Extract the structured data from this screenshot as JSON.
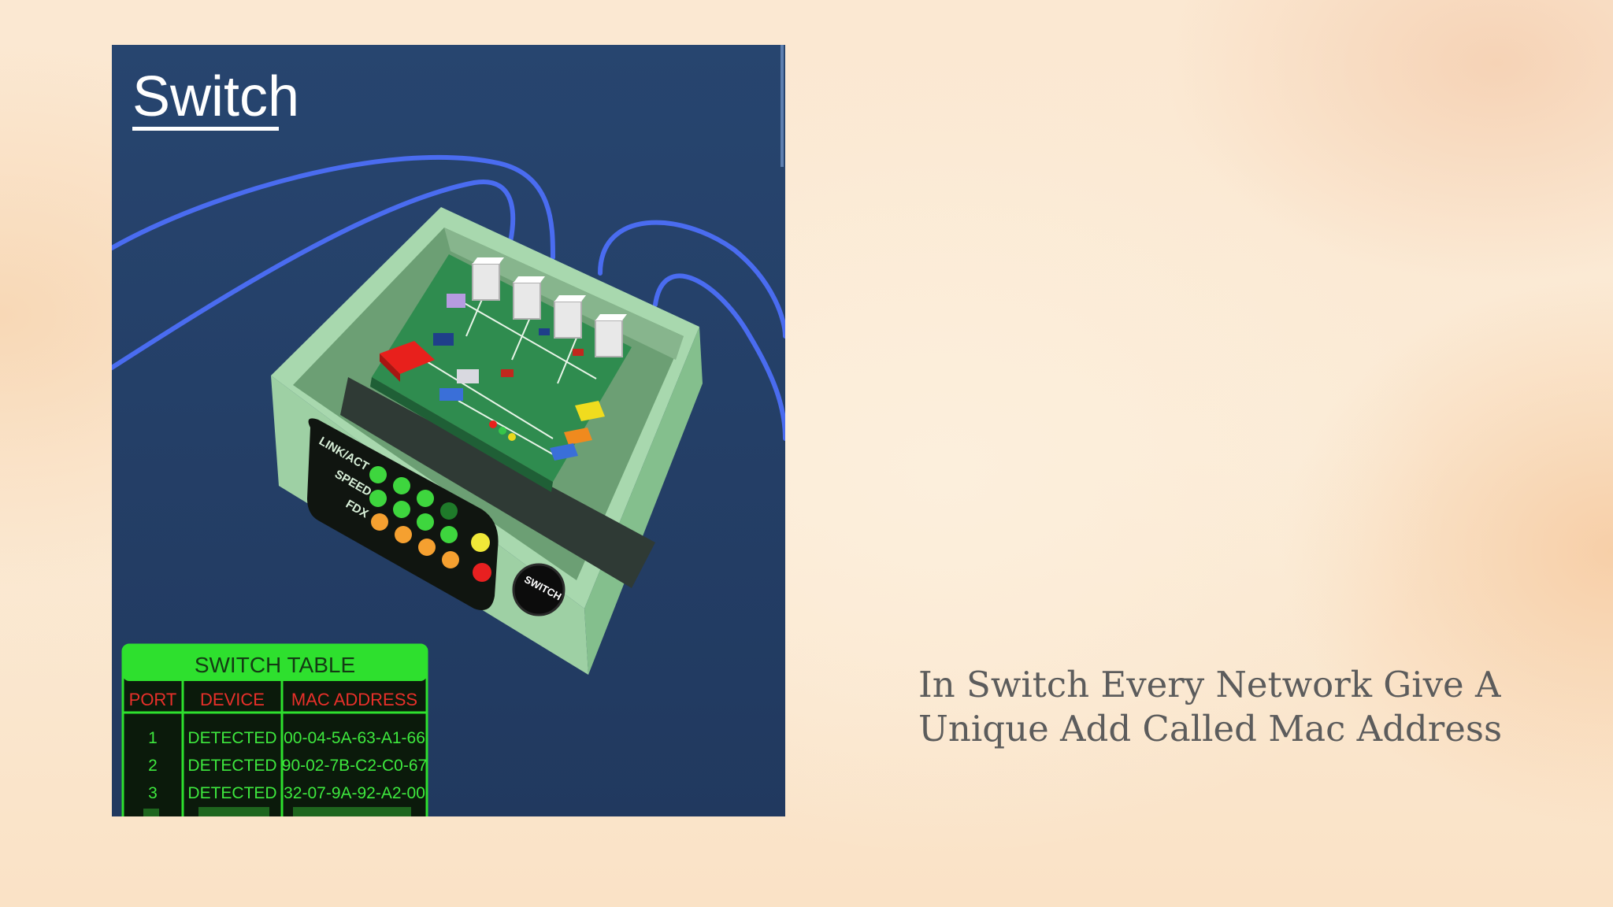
{
  "image": {
    "title": "Switch",
    "device_label": "SWITCH",
    "leds": [
      "LINK/ACT",
      "SPEED",
      "FDX"
    ],
    "table": {
      "title": "SWITCH TABLE",
      "headers": [
        "PORT",
        "DEVICE",
        "MAC ADDRESS"
      ],
      "rows": [
        {
          "port": "1",
          "device": "DETECTED",
          "mac": "00-04-5A-63-A1-66"
        },
        {
          "port": "2",
          "device": "DETECTED",
          "mac": "90-02-7B-C2-C0-67"
        },
        {
          "port": "3",
          "device": "DETECTED",
          "mac": "32-07-9A-92-A2-00"
        }
      ]
    }
  },
  "caption": {
    "line1": "In Switch Every Network Give A",
    "line2": "Unique Add Called Mac Address"
  },
  "colors": {
    "panel_bg": "#24406a",
    "cable": "#4a6cf0",
    "case": "#9fd3a8",
    "table_green": "#1fdc1f",
    "table_red": "#e8302a",
    "caption_text": "#5c5c5c"
  }
}
